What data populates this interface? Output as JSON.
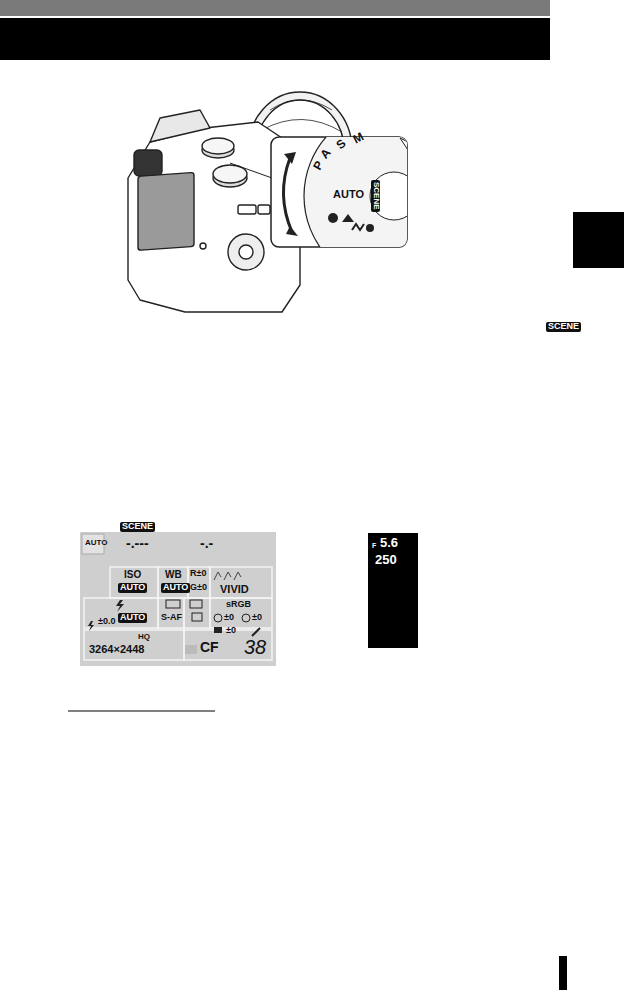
{
  "diagram": {
    "labels": [
      "P",
      "A",
      "S",
      "M",
      "AUTO",
      "SCENE",
      "SCENE",
      "SCENE",
      "AUTO",
      "-.---",
      "-.-",
      "ISO",
      "AUTO",
      "WB",
      "AUTO",
      "R±0",
      "G±0",
      "VIVID",
      "AUTO",
      "S-AF",
      "sRGB",
      "±0",
      "±0",
      "±0",
      "±0.0",
      "HQ",
      "3264×2448",
      "CF",
      "38",
      "F",
      "5.6",
      "250"
    ]
  }
}
